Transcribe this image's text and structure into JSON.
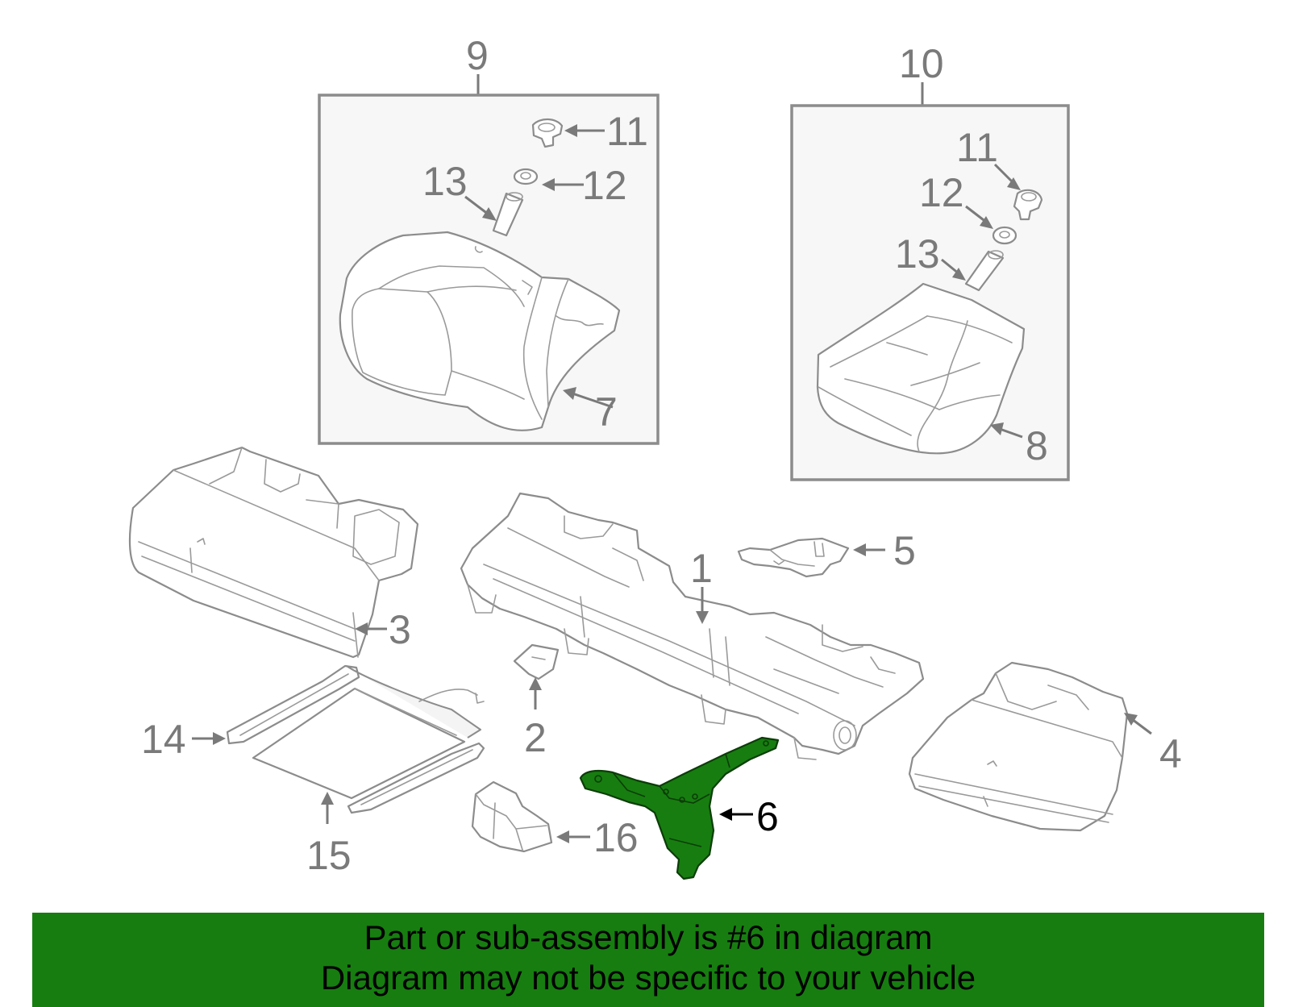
{
  "diagram": {
    "callouts": {
      "c1": "1",
      "c2": "2",
      "c3": "3",
      "c4": "4",
      "c5": "5",
      "c6": "6",
      "c7": "7",
      "c8": "8",
      "c9": "9",
      "c10": "10",
      "c11a": "11",
      "c11b": "11",
      "c12a": "12",
      "c12b": "12",
      "c13a": "13",
      "c13b": "13",
      "c14": "14",
      "c15": "15",
      "c16": "16"
    },
    "highlight_color": "#177d10",
    "callout_color": "#7a7a7a",
    "active_callout_color": "#000000"
  },
  "banner": {
    "line1": "Part or sub-assembly is #6 in diagram",
    "line2": "Diagram may not be specific to your vehicle",
    "background": "#177d10"
  }
}
